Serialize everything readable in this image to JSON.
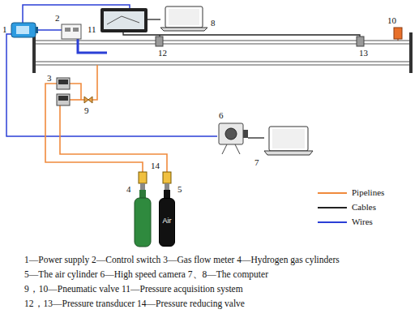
{
  "diagram": {
    "nodes": [
      {
        "text": [
          "Air"
        ]
      }
    ],
    "labels": [
      "11",
      "8",
      "1",
      "2",
      "10",
      "3",
      "12",
      "13",
      "9",
      "14",
      "6",
      "7",
      "4",
      "5",
      "1—Power supply 2—Control switch 3—Gas flow meter 4—Hydrogen gas cylinders",
      "5—The air cylinder 6—High speed camera 7、8—The computer",
      "9，10—Pneumatic valve 11—Pressure acquisition system",
      "12，13—Pressure transducer 14—Pressure reducing valve"
    ],
    "legend": [
      {
        "text": "Pipelines"
      },
      {
        "text": "Cables"
      },
      {
        "text": "Wires"
      }
    ]
  }
}
